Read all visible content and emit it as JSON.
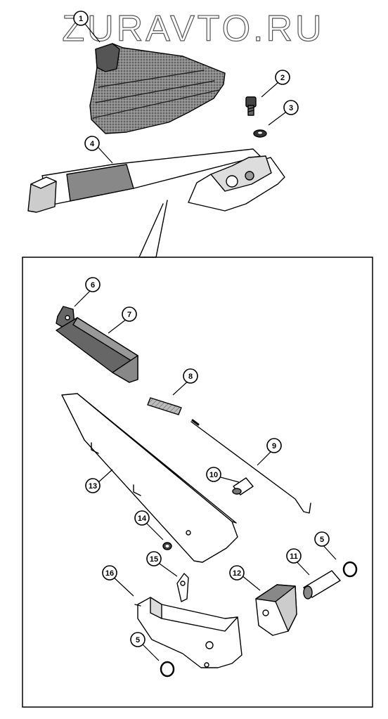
{
  "watermark": "ZURAVTO.RU",
  "callouts": {
    "c1": "1",
    "c2": "2",
    "c3": "3",
    "c4": "4",
    "c5a": "5",
    "c5b": "5",
    "c6": "6",
    "c7": "7",
    "c8": "8",
    "c9": "9",
    "c10": "10",
    "c11": "11",
    "c12": "12",
    "c13": "13",
    "c14": "14",
    "c15": "15",
    "c16": "16"
  }
}
